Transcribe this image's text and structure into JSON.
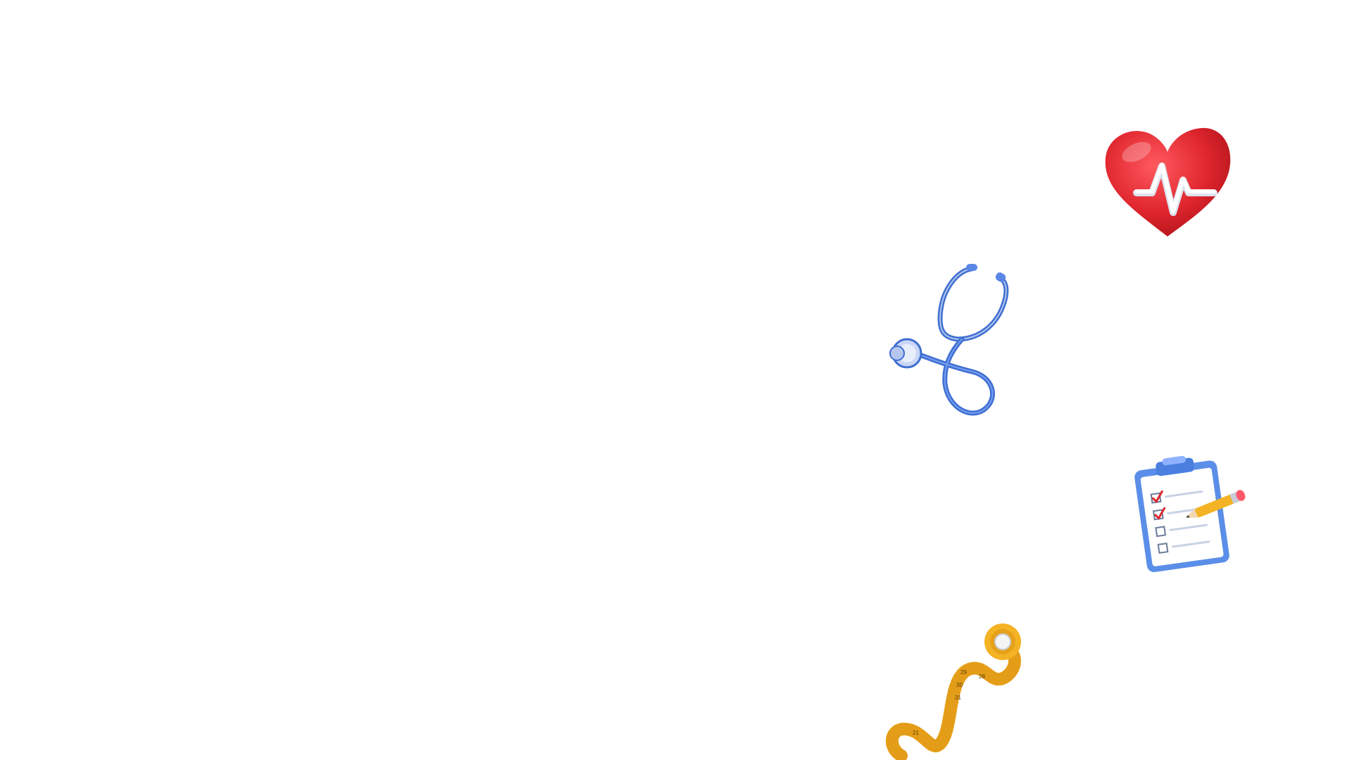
{
  "illustrations": [
    {
      "icon": "heart-pulse-icon",
      "color": "#e0262e"
    },
    {
      "icon": "stethoscope-icon",
      "color": "#3f6fd1"
    },
    {
      "icon": "clipboard-checklist-icon",
      "color": "#5b8ee8"
    },
    {
      "icon": "measuring-tape-icon",
      "color": "#f4b324"
    }
  ],
  "tape_numbers": [
    "29",
    "30",
    "31",
    "21",
    "28"
  ]
}
